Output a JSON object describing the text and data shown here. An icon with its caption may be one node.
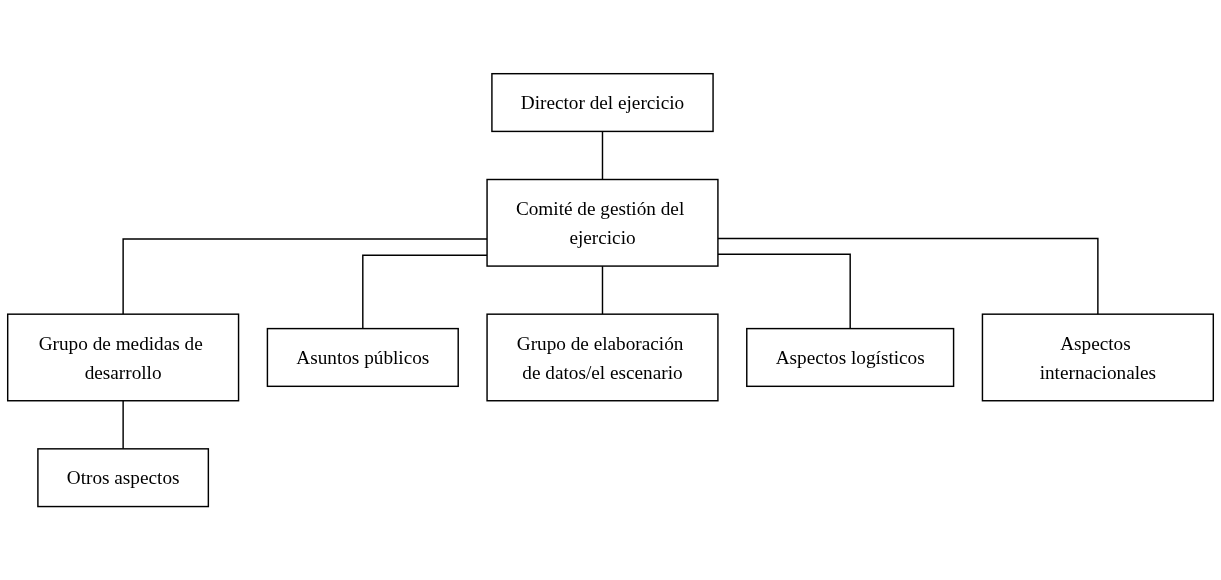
{
  "diagram": {
    "nodes": [
      {
        "text": [
          "Director del ejercicio"
        ]
      },
      {
        "text": [
          "Comité de gestión del ejercicio"
        ]
      },
      {
        "text": [
          "Grupo de medidas de desarrollo"
        ]
      },
      {
        "text": [
          "Asuntos públicos"
        ]
      },
      {
        "text": [
          "Grupo de elaboración de datos/el escenario"
        ]
      },
      {
        "text": [
          "Aspectos logísticos"
        ]
      },
      {
        "text": [
          "Aspectos internacionales"
        ]
      },
      {
        "text": [
          "Otros aspectos"
        ]
      }
    ],
    "edges": [
      {
        "from": 0,
        "to": 1,
        "arrow": "none"
      },
      {
        "from": 1,
        "to": 2,
        "arrow": "none"
      },
      {
        "from": 1,
        "to": 3,
        "arrow": "none"
      },
      {
        "from": 1,
        "to": 4,
        "arrow": "none"
      },
      {
        "from": 1,
        "to": 5,
        "arrow": "none"
      },
      {
        "from": 1,
        "to": 6,
        "arrow": "none"
      },
      {
        "from": 2,
        "to": 7,
        "arrow": "none"
      }
    ]
  }
}
